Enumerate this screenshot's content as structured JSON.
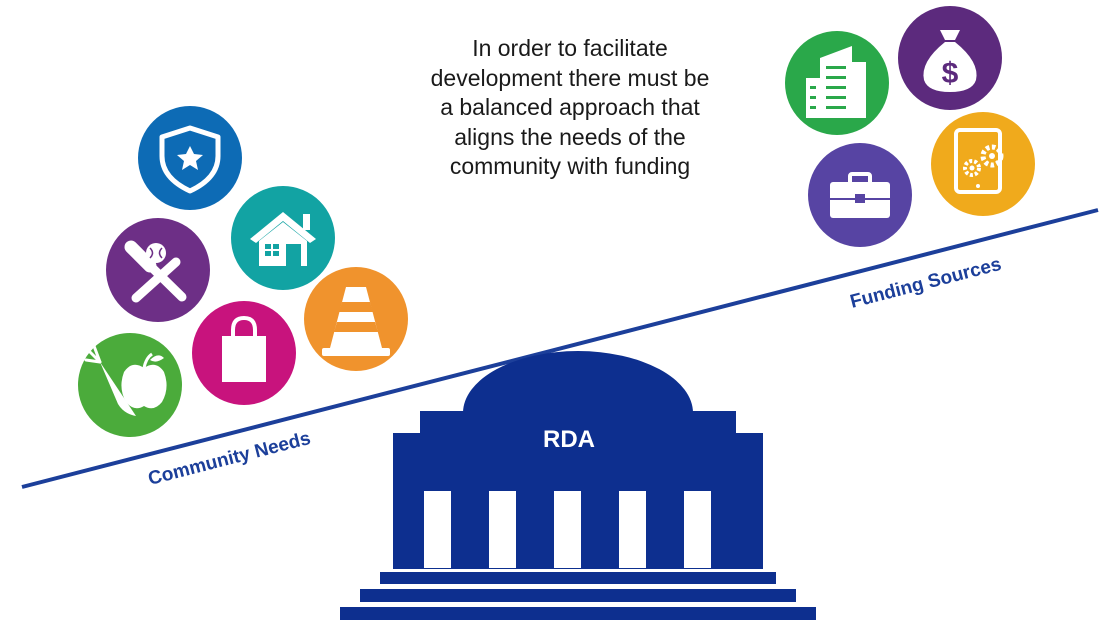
{
  "caption": {
    "lines": [
      "In order to facilitate",
      "development there must be",
      "a balanced approach that",
      "aligns the needs of the",
      "community with funding"
    ]
  },
  "building": {
    "label": "RDA"
  },
  "seesaw": {
    "left_label": "Community Needs",
    "right_label": "Funding Sources"
  },
  "community_needs": [
    {
      "icon": "police-badge-icon",
      "color": "#0d6bb5"
    },
    {
      "icon": "house-icon",
      "color": "#12a3a3"
    },
    {
      "icon": "baseball-bat-icon",
      "color": "#6d2f86"
    },
    {
      "icon": "shopping-bag-icon",
      "color": "#c8137d"
    },
    {
      "icon": "traffic-cone-icon",
      "color": "#f0932d"
    },
    {
      "icon": "apple-carrot-icon",
      "color": "#4bab3b"
    }
  ],
  "funding_sources": [
    {
      "icon": "office-building-icon",
      "color": "#2aa84a"
    },
    {
      "icon": "money-bag-icon",
      "color": "#5c2a7d"
    },
    {
      "icon": "briefcase-icon",
      "color": "#5744a3"
    },
    {
      "icon": "tablet-gears-icon",
      "color": "#f0aa1c"
    }
  ],
  "colors": {
    "navy": "#0d2f8f",
    "line": "#1c3f9a"
  }
}
